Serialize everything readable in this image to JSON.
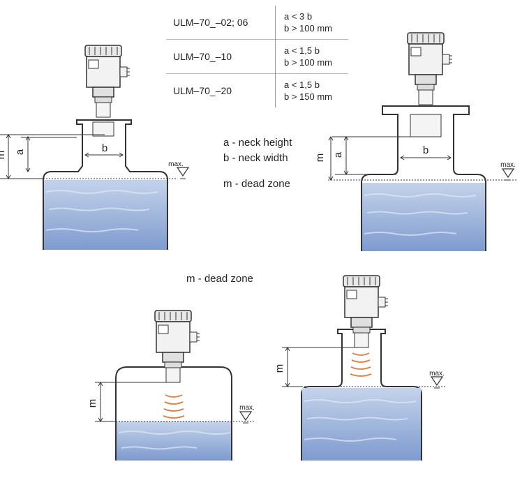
{
  "table": {
    "rows": [
      {
        "model": "ULM–70_–02; 06",
        "cond1": "a < 3 b",
        "cond2": "b > 100 mm"
      },
      {
        "model": "ULM–70_–10",
        "cond1": "a < 1,5 b",
        "cond2": "b > 100 mm"
      },
      {
        "model": "ULM–70_–20",
        "cond1": "a < 1,5 b",
        "cond2": "b > 150 mm"
      }
    ]
  },
  "legend": {
    "neck_height": "a - neck height",
    "neck_width": "b - neck width",
    "dead_zone": "m - dead zone",
    "dead_zone_bottom": "m - dead zone"
  },
  "labels": {
    "a": "a",
    "b": "b",
    "m": "m",
    "max": "max."
  },
  "colors": {
    "liquid_top": "#b9cbe6",
    "liquid_bottom": "#7f9dcf",
    "waves": "#e07a3a",
    "outline": "#333333"
  }
}
